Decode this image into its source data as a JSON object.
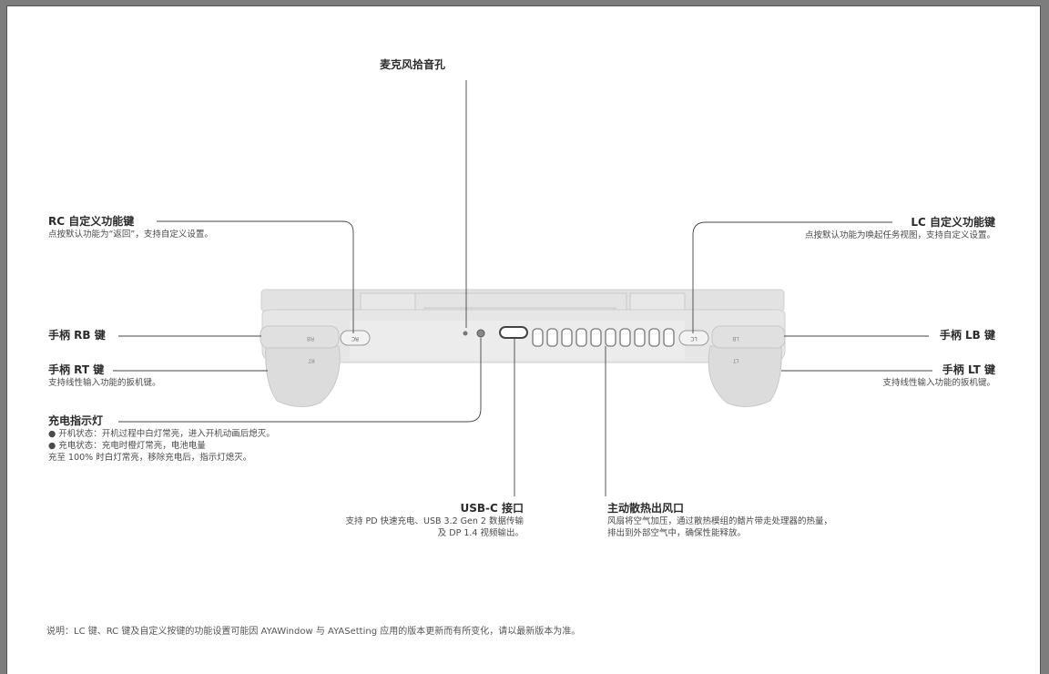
{
  "diagram": {
    "mic_label": "麦克风拾音孔",
    "rc_key": {
      "title": "RC 自定义功能键",
      "desc": "点按默认功能为“返回”，支持自定义设置。"
    },
    "lc_key": {
      "title": "LC 自定义功能键",
      "desc": "点按默认功能为唤起任务视图，支持自定义设置。"
    },
    "rb_key": {
      "title": "手柄 RB 键"
    },
    "rt_key": {
      "title": "手柄 RT 键",
      "desc": "支持线性输入功能的扳机键。"
    },
    "lb_key": {
      "title": "手柄 LB 键"
    },
    "lt_key": {
      "title": "手柄 LT 键",
      "desc": "支持线性输入功能的扳机键。"
    },
    "charge_led": {
      "title": "充电指示灯",
      "line1": "● 开机状态：开机过程中白灯常亮，进入开机动画后熄灭。",
      "line2": "● 充电状态：充电时橙灯常亮，电池电量",
      "line3": "充至 100% 时白灯常亮，移除充电后，指示灯熄灭。"
    },
    "usbc": {
      "title": "USB-C 接口",
      "line1": "支持 PD 快速充电、USB 3.2 Gen 2 数据传输",
      "line2": "及 DP 1.4 视频输出。"
    },
    "vent": {
      "title": "主动散热出风口",
      "line1": "风扇将空气加压，通过散热模组的鳍片带走处理器的热量，",
      "line2": "排出到外部空气中，确保性能释放。"
    },
    "device_labels": {
      "rb": "RB",
      "rt": "RT",
      "lb": "LB",
      "lt": "LT",
      "rc": "RC",
      "lc": "LC"
    }
  },
  "footnote": "说明：LC 键、RC 键及自定义按键的功能设置可能因 AYAWindow 与 AYASetting 应用的版本更新而有所变化，请以最新版本为准。"
}
